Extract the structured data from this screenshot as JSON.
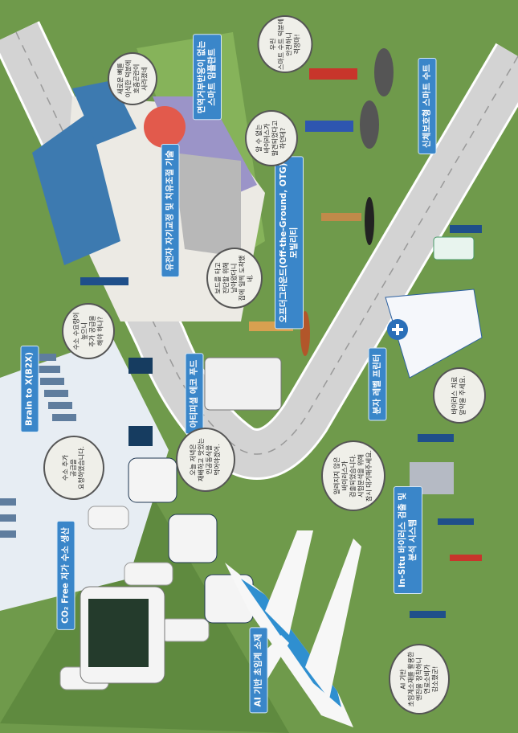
{
  "labels": {
    "implant": "면역거부반응이 없는\n스마트 임플란트",
    "gene": "유전자 자기교정 및 치유조절 기술",
    "otg": "오프더그라운드(Off-the-Ground, OTG)\n모빌리티",
    "suit": "신체보호형 스마트 수트",
    "printer": "분자 레벨 프린터",
    "insitu": "In-Situ 바이러스 검출 및\n분석 시스템",
    "ai_material": "AI 기반 초임계 소재",
    "hydrogen": "CO₂ Free 저가 수소 생산",
    "b2x": "Brain to X(B2X)",
    "eco_food": "아티피셜 에코 푸드"
  },
  "bubbles": {
    "bone": "새로운 뼈를\n이식한 덕분에\n호흡곤란이\n사라졌네",
    "suit": "우린\n스마트 수트 덕분에\n안전하니\n걱정마!",
    "virus_rumor": "알 수 없는\n바이러스가\n발견되었다고\n하던데?",
    "board": "보드를 타고\n진단할 위해\n날아왔더니\n집에 일찍 도착했네.",
    "h2_demand": "수소 수요량이\n높으니\n추가 공급을\n해야 하나?",
    "h2_request": "수소 추가\n공급을\n요청하였습니다.",
    "food": "오늘 저녁은\n재배하고 맛있는\n인공동식을\n먹어야겠어.",
    "pill": "바이러스 치료\n알약을 주세요.",
    "detected": "알려지지 않은\n바이러스가\n검출되었습니다.\n시험분석을 위해\n잠시 대기해주세요.",
    "engine": "AI 기반\n초임계소재를 활용한\n엔진을 장착하니\n연료소비가\n감소했군!"
  },
  "colors": {
    "grass": "#6f9a4b",
    "road": "#d3d3d3",
    "label": "#3a86c9",
    "plane": "#2f8fd0"
  }
}
